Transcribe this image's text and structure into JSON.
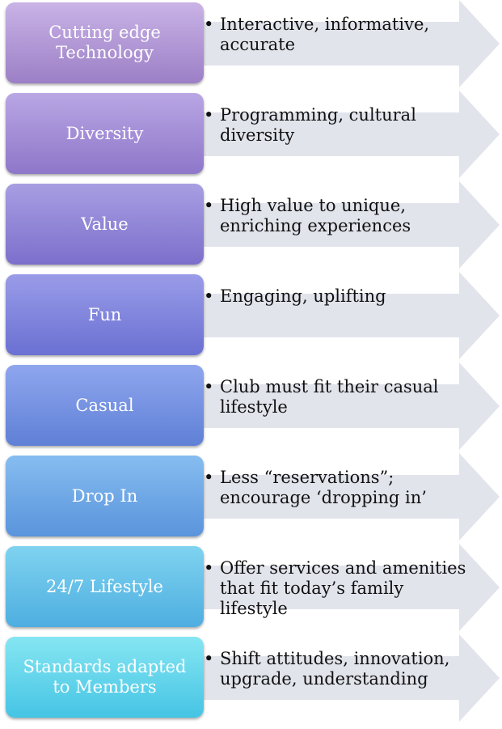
{
  "diagram": {
    "rows": [
      {
        "label": "Cutting edge Technology",
        "detail": "Interactive, informative, accurate",
        "color_top": "#c9b3e6",
        "color_bottom": "#9c7fc6"
      },
      {
        "label": "Diversity",
        "detail": "Programming, cultural diversity",
        "color_top": "#b9a6e4",
        "color_bottom": "#8e77c9"
      },
      {
        "label": "Value",
        "detail": "High value to unique, enriching experiences",
        "color_top": "#a89ee2",
        "color_bottom": "#7c6fcc"
      },
      {
        "label": "Fun",
        "detail": "Engaging, uplifting",
        "color_top": "#9a9ce8",
        "color_bottom": "#6a70d2"
      },
      {
        "label": "Casual",
        "detail": "Club must fit their casual lifestyle",
        "color_top": "#8fa6ee",
        "color_bottom": "#5f80d6"
      },
      {
        "label": "Drop In",
        "detail": "Less “reservations”; encourage ‘dropping in’",
        "color_top": "#86bdf0",
        "color_bottom": "#5a94dc"
      },
      {
        "label": "24/7 Lifestyle",
        "detail": "Offer services and amenities that fit today’s family lifestyle",
        "color_top": "#7fd3f0",
        "color_bottom": "#4eaee0"
      },
      {
        "label": "Standards adapted to Members",
        "detail": "Shift attitudes, innovation, upgrade, understanding",
        "color_top": "#86e6f2",
        "color_bottom": "#45c4e4"
      }
    ],
    "arrow_color": "#e2e4ec"
  }
}
